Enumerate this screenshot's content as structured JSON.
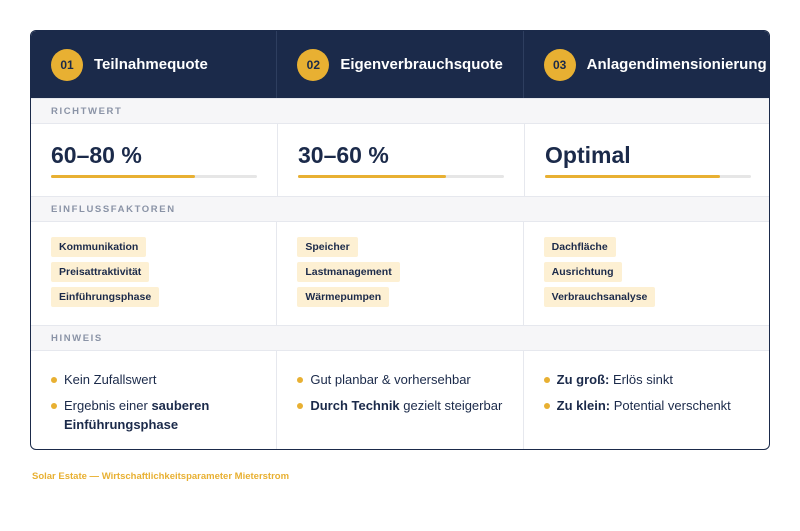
{
  "columns": [
    {
      "number": "01",
      "title": "Teilnahmequote",
      "value": "60–80 %",
      "progress": 0.7,
      "tags": [
        "Kommunikation",
        "Preisattraktivität",
        "Einführungsphase"
      ],
      "notes": [
        {
          "bold": "",
          "text": "Kein Zufallswert",
          "bold_after": ""
        },
        {
          "bold": "",
          "text": "Ergebnis einer ",
          "bold_after": "sauberen Einführungsphase"
        }
      ]
    },
    {
      "number": "02",
      "title": "Eigenverbrauchsquote",
      "value": "30–60 %",
      "progress": 0.72,
      "tags": [
        "Speicher",
        "Lastmanagement",
        "Wärmepumpen"
      ],
      "notes": [
        {
          "bold": "",
          "text": "Gut planbar & vorhersehbar",
          "bold_after": ""
        },
        {
          "bold": "Durch Technik",
          "text": " gezielt steigerbar",
          "bold_after": ""
        }
      ]
    },
    {
      "number": "03",
      "title": "Anlagendimensionierung",
      "value": "Optimal",
      "progress": 0.85,
      "tags": [
        "Dachfläche",
        "Ausrichtung",
        "Verbrauchsanalyse"
      ],
      "notes": [
        {
          "bold": "Zu groß:",
          "text": " Erlös sinkt",
          "bold_after": ""
        },
        {
          "bold": "Zu klein:",
          "text": " Potential verschenkt",
          "bold_after": ""
        }
      ]
    }
  ],
  "sections": {
    "value_label": "RICHTWERT",
    "factors_label": "EINFLUSSFAKTOREN",
    "notes_label": "HINWEIS"
  },
  "footer": "Solar Estate — Wirtschaftlichkeitsparameter Mieterstrom",
  "colors": {
    "navy": "#1b2a4a",
    "accent": "#e8b032",
    "tag_bg": "#fdf0d3"
  }
}
